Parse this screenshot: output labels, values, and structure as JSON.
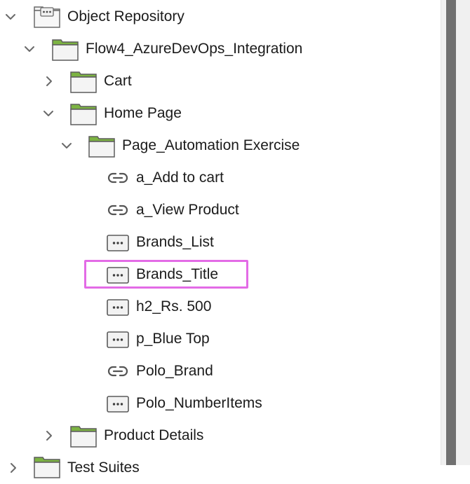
{
  "tree": {
    "root": {
      "label": "Object Repository",
      "expanded": true
    },
    "flow": {
      "label": "Flow4_AzureDevOps_Integration",
      "expanded": true
    },
    "cart": {
      "label": "Cart",
      "expanded": false
    },
    "home_page": {
      "label": "Home Page",
      "expanded": true
    },
    "page_automation": {
      "label": "Page_Automation Exercise",
      "expanded": true
    },
    "objects": [
      {
        "label": "a_Add to cart",
        "icon": "link-icon"
      },
      {
        "label": "a_View Product",
        "icon": "link-icon"
      },
      {
        "label": "Brands_List",
        "icon": "test-object-icon"
      },
      {
        "label": "Brands_Title",
        "icon": "test-object-icon",
        "selected": true
      },
      {
        "label": "h2_Rs. 500",
        "icon": "test-object-icon"
      },
      {
        "label": "p_Blue Top",
        "icon": "test-object-icon"
      },
      {
        "label": "Polo_Brand",
        "icon": "link-icon"
      },
      {
        "label": "Polo_NumberItems",
        "icon": "test-object-icon"
      }
    ],
    "product_details": {
      "label": "Product Details",
      "expanded": false
    },
    "next_root": {
      "label": "Test Suites",
      "expanded": false
    }
  },
  "colors": {
    "folder_tab": "#7cb342",
    "highlight": "#e36be6",
    "scroll_thumb": "#707070"
  }
}
